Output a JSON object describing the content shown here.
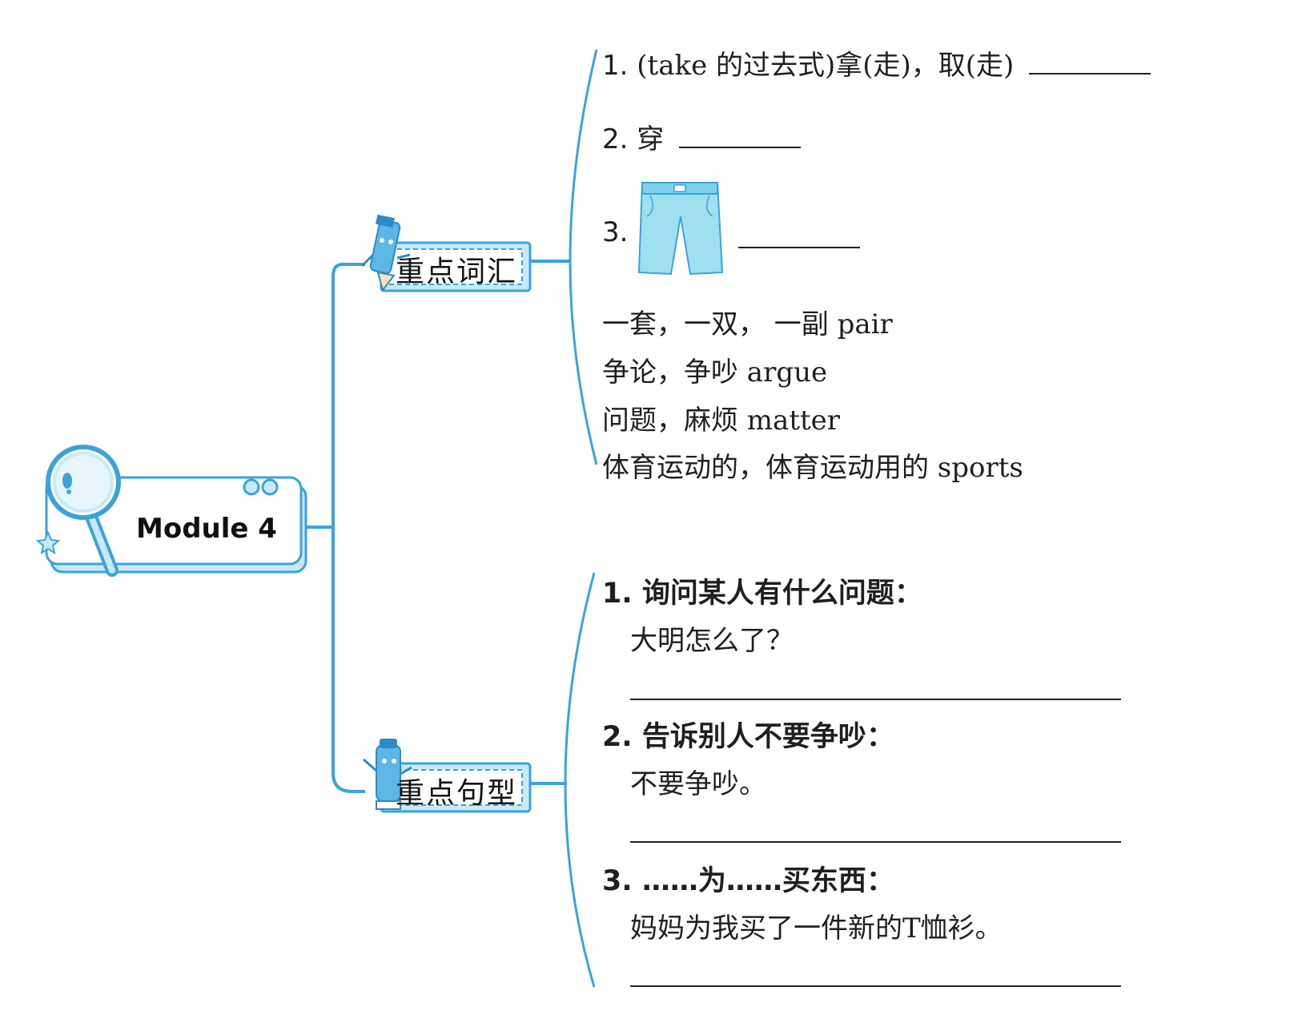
{
  "module": {
    "title": "Module 4"
  },
  "vocab": {
    "title": "重点词汇",
    "items": [
      {
        "num": "1.",
        "text": "(take 的过去式)拿(走)，取(走)"
      },
      {
        "num": "2.",
        "text": "穿"
      },
      {
        "num": "3.",
        "text": ""
      }
    ],
    "words": [
      "一套，一双， 一副 pair",
      "争论，争吵 argue",
      "问题，麻烦 matter",
      "体育运动的，体育运动用的 sports"
    ]
  },
  "sentences": {
    "title": "重点句型",
    "items": [
      {
        "num": "1.",
        "title": "询问某人有什么问题：",
        "cn": "大明怎么了？"
      },
      {
        "num": "2.",
        "title": "告诉别人不要争吵：",
        "cn": "不要争吵。"
      },
      {
        "num": "3.",
        "title": "……为……买东西：",
        "cn": "妈妈为我买了一件新的T恤衫。"
      }
    ]
  },
  "colors": {
    "accent": "#3aa3dc",
    "light": "#c8e9f8",
    "shorts": "#9edff0"
  },
  "icons": [
    "magnifier-icon",
    "star-icon",
    "pencil-mascot-icon",
    "marker-mascot-icon",
    "shorts-icon"
  ]
}
